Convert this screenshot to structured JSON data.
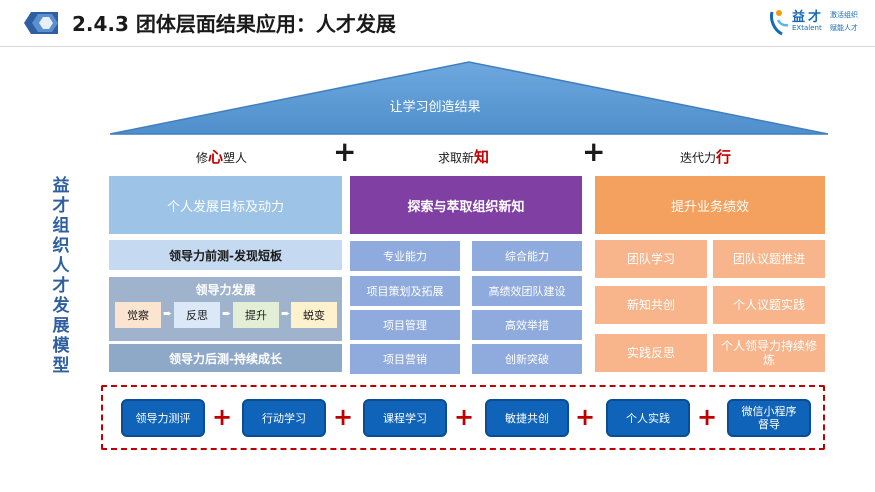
{
  "header": {
    "title": "2.4.3 团体层面结果应用：人才发展",
    "icon": "hexagon-arrow-icon"
  },
  "logo": {
    "cn": "益才",
    "en": "EXtalent",
    "slogan1": "激活组织",
    "slogan2": "赋能人才"
  },
  "roof": {
    "text": "让学习创造结果"
  },
  "pillars": [
    {
      "pre": "修",
      "hl": "心",
      "post": "塑人"
    },
    {
      "pre": "求取新",
      "hl": "知",
      "post": ""
    },
    {
      "pre": "迭代力",
      "hl": "行",
      "post": ""
    }
  ],
  "plus": "+",
  "vertical_title": "益才组织人才发展模型",
  "col1": {
    "head": "个人发展目标及动力",
    "row1": "领导力前测-发现短板",
    "dev_title": "领导力发展",
    "steps": [
      "觉察",
      "反思",
      "提升",
      "蜕变"
    ],
    "arrow": "➨",
    "row3": "领导力后测-持续成长"
  },
  "col2": {
    "head": "探索与萃取组织新知",
    "cells": [
      "专业能力",
      "综合能力",
      "项目策划及拓展",
      "高绩效团队建设",
      "项目管理",
      "高效举措",
      "项目营销",
      "创新突破"
    ]
  },
  "col3": {
    "head": "提升业务绩效",
    "cells": [
      "团队学习",
      "团队议题推进",
      "新知共创",
      "个人议题实践",
      "实践反思",
      "个人领导力持续修炼"
    ]
  },
  "bottom": {
    "items": [
      "领导力测评",
      "行动学习",
      "课程学习",
      "敏捷共创",
      "个人实践",
      "微信小程序督导"
    ]
  },
  "colors": {
    "accent_red": "#c00000",
    "roof_blue": "#5b9bd5",
    "purple": "#7f3fa3",
    "orange": "#f4a15f",
    "pill_blue": "#0f63b8"
  }
}
